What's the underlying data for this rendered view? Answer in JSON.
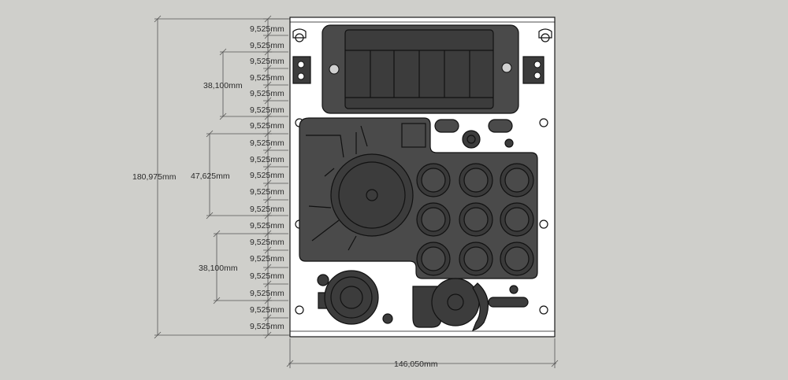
{
  "dimensions": {
    "small_step": "9,525mm",
    "overall_height": "180,975mm",
    "group_upper": "38,100mm",
    "group_middle": "47,625mm",
    "group_lower": "38,100mm",
    "overall_width": "146,050mm"
  },
  "colors": {
    "background": "#cfcfcb",
    "plate": "#ffffff",
    "pocket": "#4a4a4a",
    "outline": "#111111",
    "dimension_text": "#2b2b2b"
  }
}
